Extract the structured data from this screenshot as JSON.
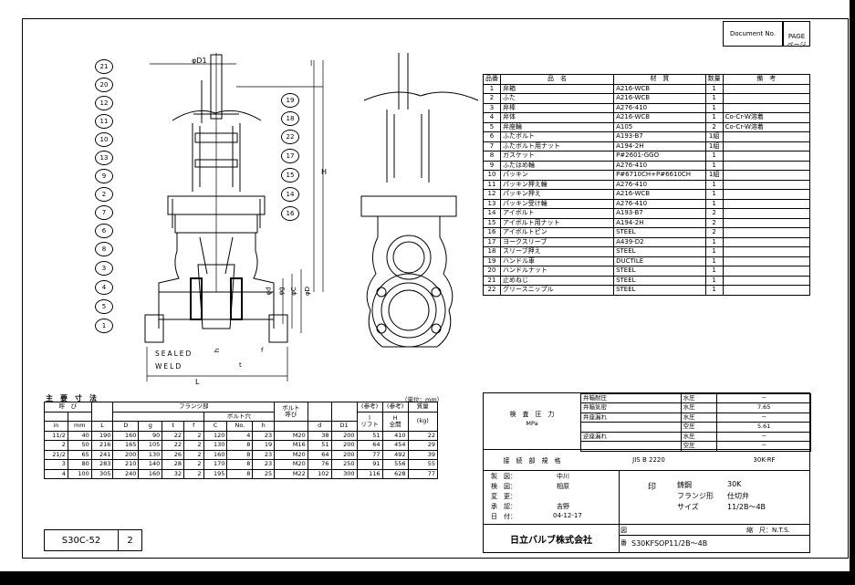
{
  "doc": {
    "document_no_label": "Document No.",
    "page_label": "PAGE\nページ",
    "drawing_code": "S30C-52",
    "sheet_count": "2"
  },
  "callouts_left": [
    "21",
    "20",
    "12",
    "11",
    "10",
    "13",
    "9",
    "2",
    "7",
    "6",
    "8",
    "3",
    "4",
    "5",
    "1"
  ],
  "callouts_right": [
    "19",
    "18",
    "22",
    "17",
    "15",
    "14",
    "16"
  ],
  "labels": {
    "phi_d1": "φD1",
    "H": "H",
    "l": "l",
    "d": "φd",
    "g": "φg",
    "C": "φC",
    "D": "φD",
    "h": "h",
    "t": "t",
    "f": "f",
    "L": "L",
    "sealed": "SEALED",
    "weld": "WELD"
  },
  "parts_table": {
    "headers": [
      "品番",
      "品　名",
      "材　質",
      "数量",
      "備　考"
    ],
    "rows": [
      [
        "1",
        "弁箱",
        "A216-WCB",
        "1",
        ""
      ],
      [
        "2",
        "ふた",
        "A216-WCB",
        "1",
        ""
      ],
      [
        "3",
        "弁棒",
        "A276-410",
        "1",
        ""
      ],
      [
        "4",
        "弁体",
        "A216-WCB",
        "1",
        "Co-Cr-W溶着"
      ],
      [
        "5",
        "弁座輪",
        "A105",
        "2",
        "Co-Cr-W溶着"
      ],
      [
        "6",
        "ふたボルト",
        "A193-B7",
        "1組",
        ""
      ],
      [
        "7",
        "ふたボルト用ナット",
        "A194-2H",
        "1組",
        ""
      ],
      [
        "8",
        "ガスケット",
        "P#2601-GGO",
        "1",
        ""
      ],
      [
        "9",
        "ふたはめ輪",
        "A276-410",
        "1",
        ""
      ],
      [
        "10",
        "パッキン",
        "P#6710CH+P#6610CH",
        "1組",
        ""
      ],
      [
        "11",
        "パッキン押え輪",
        "A276-410",
        "1",
        ""
      ],
      [
        "12",
        "パッキン押え",
        "A216-WCB",
        "1",
        ""
      ],
      [
        "13",
        "パッキン受け輪",
        "A276-410",
        "1",
        ""
      ],
      [
        "14",
        "アイボルト",
        "A193-B7",
        "2",
        ""
      ],
      [
        "15",
        "アイボルト用ナット",
        "A194-2H",
        "2",
        ""
      ],
      [
        "16",
        "アイボルトピン",
        "STEEL",
        "2",
        ""
      ],
      [
        "17",
        "ヨークスリーブ",
        "A439-D2",
        "1",
        ""
      ],
      [
        "18",
        "スリーブ押え",
        "STEEL",
        "1",
        ""
      ],
      [
        "19",
        "ハンドル車",
        "DUCTILE",
        "1",
        ""
      ],
      [
        "20",
        "ハンドルナット",
        "STEEL",
        "1",
        ""
      ],
      [
        "21",
        "止めねじ",
        "STEEL",
        "1",
        ""
      ],
      [
        "22",
        "グリースニップル",
        "STEEL",
        "1",
        ""
      ]
    ]
  },
  "dims": {
    "title": "主　要　寸　法",
    "unit": "（単位：mm）",
    "h_nominal": "呼　び",
    "h_flange": "フランジ部",
    "h_bolt_holes": "ボルト穴",
    "h_bolt": "ボルト\n呼び",
    "h_ref1": "(参考)",
    "h_ref2": "(参考)",
    "h_mass": "質量",
    "h_lift": "l\nリフト",
    "h_full": "H\n全開",
    "h_kg": "(kg)",
    "cols": [
      "in",
      "mm",
      "L",
      "D",
      "g",
      "t",
      "f",
      "C",
      "No.",
      "h",
      "",
      "d",
      "D1",
      "",
      "",
      ""
    ],
    "rows": [
      [
        "11/2",
        "40",
        "190",
        "160",
        "90",
        "22",
        "2",
        "120",
        "4",
        "23",
        "M20",
        "38",
        "200",
        "51",
        "410",
        "22"
      ],
      [
        "2",
        "50",
        "216",
        "165",
        "105",
        "22",
        "2",
        "130",
        "8",
        "19",
        "M16",
        "51",
        "200",
        "64",
        "454",
        "29"
      ],
      [
        "21/2",
        "65",
        "241",
        "200",
        "130",
        "26",
        "2",
        "160",
        "8",
        "23",
        "M20",
        "64",
        "200",
        "77",
        "492",
        "39"
      ],
      [
        "3",
        "80",
        "283",
        "210",
        "140",
        "28",
        "2",
        "170",
        "8",
        "23",
        "M20",
        "76",
        "250",
        "91",
        "556",
        "55"
      ],
      [
        "4",
        "100",
        "305",
        "240",
        "160",
        "32",
        "2",
        "195",
        "8",
        "25",
        "M22",
        "102",
        "300",
        "116",
        "628",
        "77"
      ]
    ]
  },
  "inspection": {
    "label": "検　査　圧　力",
    "unit": "MPa",
    "rows": [
      [
        "弁箱耐圧",
        "水圧",
        "－"
      ],
      [
        "弁箱気密",
        "水圧",
        "7.65"
      ],
      [
        "弁座漏れ",
        "水圧",
        "－"
      ],
      [
        "",
        "空圧",
        "5.61"
      ],
      [
        "逆座漏れ",
        "水圧",
        "－"
      ],
      [
        "",
        "空圧",
        "－"
      ]
    ]
  },
  "connection": {
    "label": "接　続　部　規　格",
    "standard": "JIS B 2220",
    "rating": "30K-RF"
  },
  "title_block": {
    "drawn_label": "製　図：",
    "drawn": "中川",
    "checked_label": "検　図：",
    "checked": "相原",
    "changed_label": "変　更：",
    "changed": "",
    "approved_label": "承　認：",
    "approved": "吉野",
    "date_label": "日　付：",
    "date": "04-12-17",
    "mark": "印",
    "material_label": "鋳鋼",
    "material_value": "30K",
    "type_label": "フランジ形",
    "type_value": "仕切弁",
    "size_label": "サイズ",
    "size_value": "11/2B～4B",
    "company": "日立バルブ株式会社",
    "figure_label": "図",
    "scale_label": "縮　尺：N.T.S.",
    "number_label": "番",
    "number": "S30KFSOP11/2B～4B"
  }
}
